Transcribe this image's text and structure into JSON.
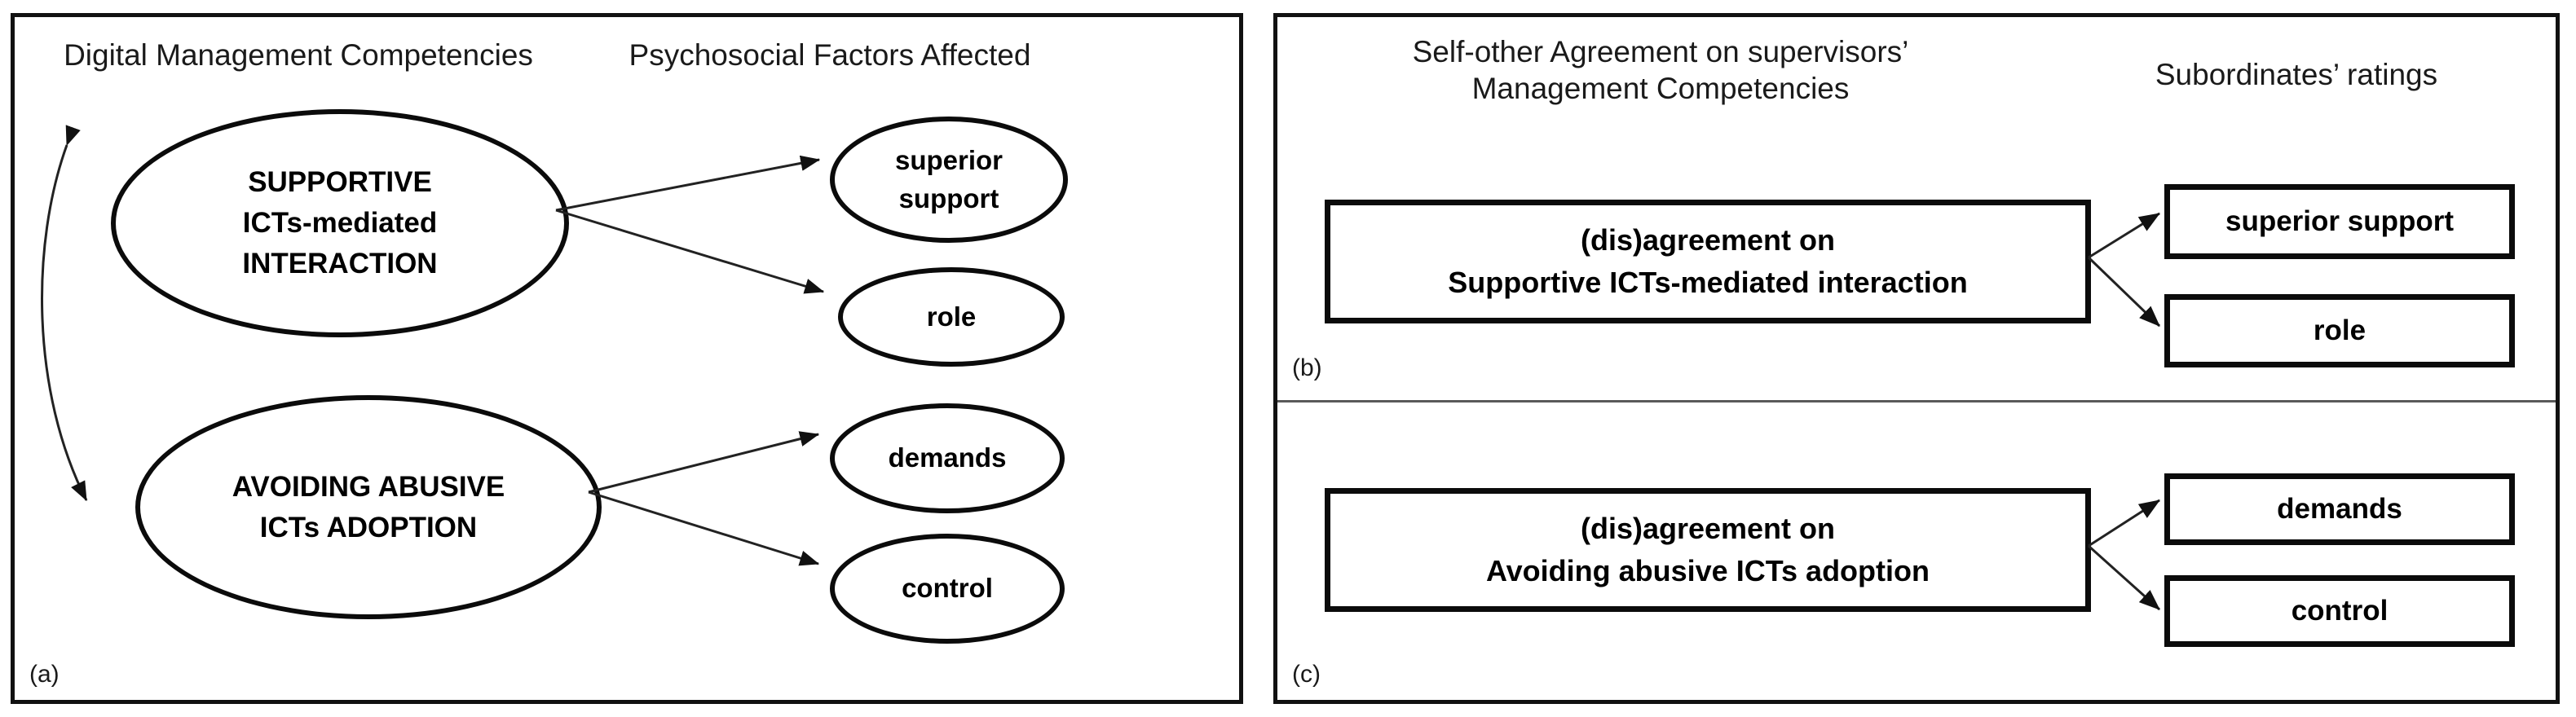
{
  "figure": {
    "panels": [
      {
        "id": "a",
        "letter": "(a)",
        "headers": [
          "Digital Management Competencies",
          "Psychosocial Factors Affected"
        ],
        "nodes": {
          "left": [
            "SUPPORTIVE\nICTs-mediated\nINTERACTION",
            "AVOIDING ABUSIVE\nICTs ADOPTION"
          ],
          "right": [
            "superior\nsupport",
            "role",
            "demands",
            "control"
          ]
        }
      },
      {
        "id": "b",
        "letter": "(b)",
        "headers": [
          "Self-other Agreement on supervisors’\nManagement Competencies",
          "Subordinates’ ratings"
        ],
        "nodes": {
          "left": [
            "(dis)agreement on\nSupportive ICTs-mediated interaction"
          ],
          "right": [
            "superior support",
            "role"
          ]
        }
      },
      {
        "id": "c",
        "letter": "(c)",
        "headers": [],
        "nodes": {
          "left": [
            "(dis)agreement on\nAvoiding abusive ICTs adoption"
          ],
          "right": [
            "demands",
            "control"
          ]
        }
      }
    ],
    "colors": {
      "stroke": "#0b0b0b",
      "text": "#111111",
      "background": "#ffffff",
      "divider": "#5a5a5a"
    }
  }
}
